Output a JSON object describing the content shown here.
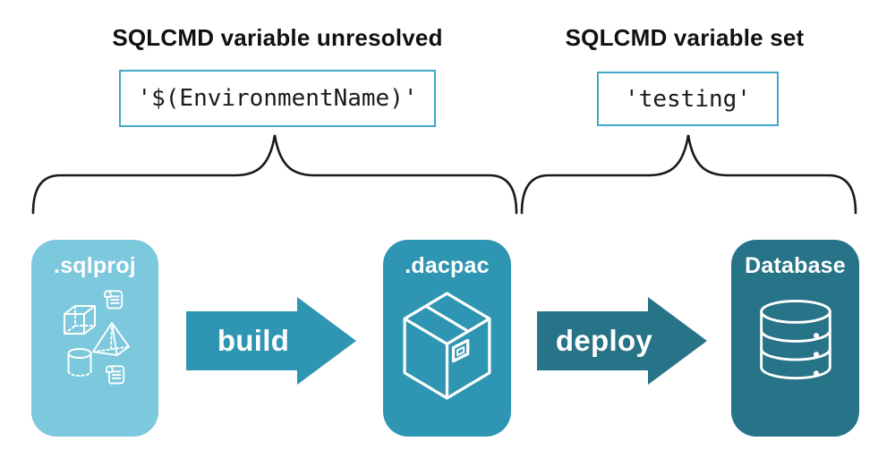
{
  "diagram": {
    "left": {
      "heading": "SQLCMD variable unresolved",
      "code": "'$(EnvironmentName)'"
    },
    "right": {
      "heading": "SQLCMD variable set",
      "code": "'testing'"
    },
    "nodes": [
      {
        "id": "sqlproj",
        "label": ".sqlproj"
      },
      {
        "id": "dacpac",
        "label": ".dacpac"
      },
      {
        "id": "database",
        "label": "Database"
      }
    ],
    "arrows": [
      {
        "label": "build"
      },
      {
        "label": "deploy"
      }
    ],
    "icons": {
      "sqlproj": [
        "scroll-icon",
        "cube-icon",
        "pyramid-icon",
        "cylinder-icon",
        "scroll-icon"
      ],
      "dacpac": "package-icon",
      "database": "database-icon"
    }
  },
  "colors": {
    "card_sqlproj": "#7cc8dd",
    "card_dacpac": "#2e96b2",
    "card_database": "#277387",
    "arrow_build": "#2e96b2",
    "arrow_deploy": "#277387",
    "code_border": "#41a8c5",
    "brace": "#1a1a1a",
    "heading_text": "#111111",
    "code_text": "#1a1a1a",
    "label_text": "#ffffff"
  }
}
